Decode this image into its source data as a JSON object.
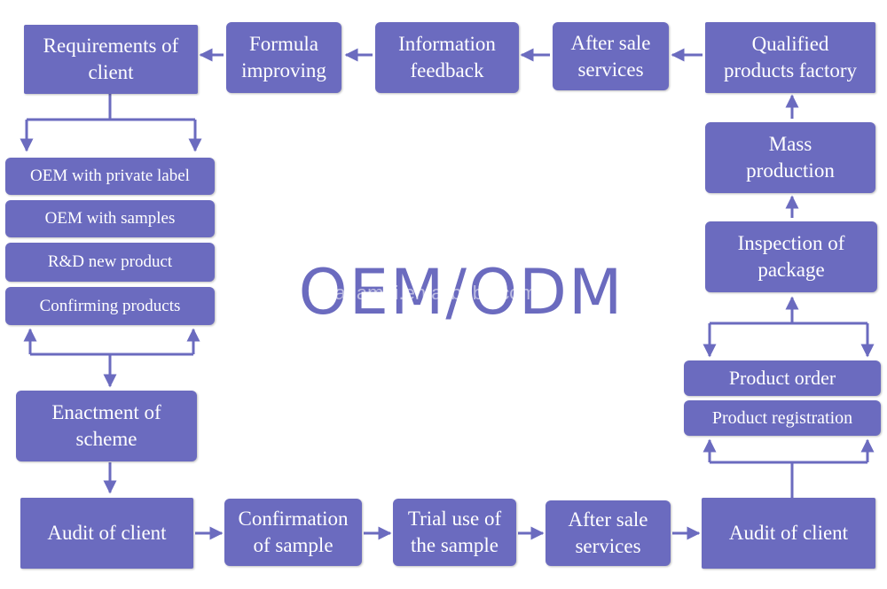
{
  "title": "OEM/ODM",
  "watermark": "panamei.en.alibaba.com",
  "colors": {
    "box": "#6b6bbf",
    "arrow": "#6b6bbf",
    "text": "#ffffff"
  },
  "top_row": {
    "requirements": "Requirements of\nclient",
    "formula": "Formula\nimproving",
    "feedback": "Information\nfeedback",
    "after_sale": "After sale\nservices",
    "qualified": "Qualified\nproducts factory"
  },
  "left_column": {
    "options": [
      "OEM with private label",
      "OEM with samples",
      "R&D new product",
      "Confirming products"
    ],
    "enactment": "Enactment of\nscheme"
  },
  "bottom_row": {
    "audit_left": "Audit of client",
    "confirmation": "Confirmation\nof sample",
    "trial": "Trial use of\nthe sample",
    "after_sale": "After sale\nservices",
    "audit_right": "Audit of client"
  },
  "right_column": {
    "mass": "Mass\nproduction",
    "inspection": "Inspection of\npackage",
    "order": "Product order",
    "registration": "Product registration"
  }
}
